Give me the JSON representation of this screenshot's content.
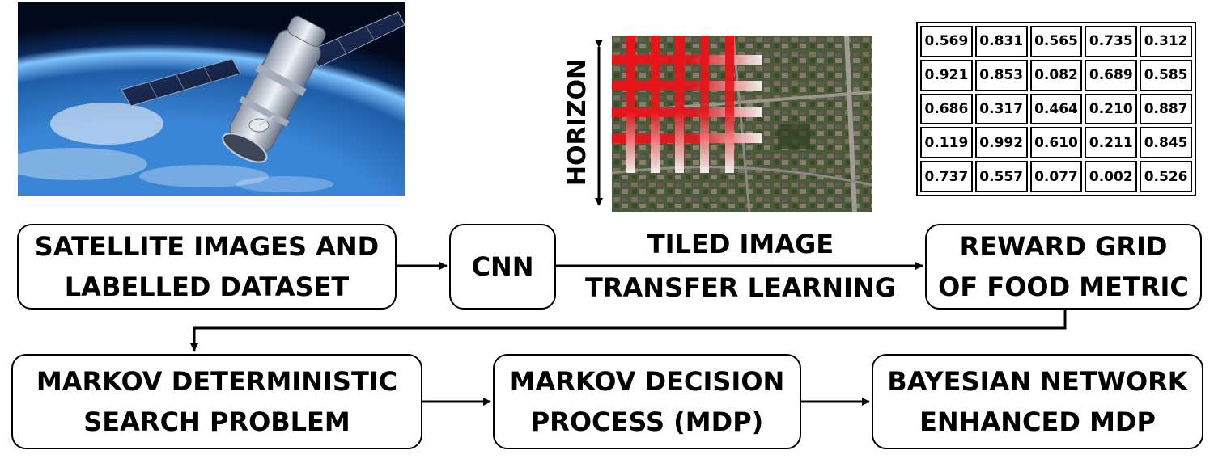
{
  "pictures": {
    "satellite": "satellite-orbiting-earth",
    "aerial": "aerial-view-of-town-with-grid-overlay"
  },
  "horizon_label": "HORIZON",
  "nodes": {
    "satellite_images": [
      "SATELLITE IMAGES AND",
      "LABELLED DATASET"
    ],
    "cnn": [
      "CNN"
    ],
    "reward_grid": [
      "REWARD GRID",
      "OF FOOD METRIC"
    ],
    "markov_search": [
      "MARKOV DETERMINISTIC",
      "SEARCH PROBLEM"
    ],
    "mdp": [
      "MARKOV DECISION",
      "PROCESS (MDP)"
    ],
    "bayesian": [
      "BAYESIAN NETWORK",
      "ENHANCED MDP"
    ]
  },
  "edge_labels": {
    "cnn_to_reward": [
      "TILED IMAGE",
      "TRANSFER LEARNING"
    ]
  },
  "reward_grid_values": [
    [
      "0.569",
      "0.831",
      "0.565",
      "0.735",
      "0.312"
    ],
    [
      "0.921",
      "0.853",
      "0.082",
      "0.689",
      "0.585"
    ],
    [
      "0.686",
      "0.317",
      "0.464",
      "0.210",
      "0.887"
    ],
    [
      "0.119",
      "0.992",
      "0.610",
      "0.211",
      "0.845"
    ],
    [
      "0.737",
      "0.557",
      "0.077",
      "0.002",
      "0.526"
    ]
  ],
  "colors": {
    "grid_overlay": "#e8141a",
    "space": "#03122e",
    "earth": "#2c6fb8"
  }
}
